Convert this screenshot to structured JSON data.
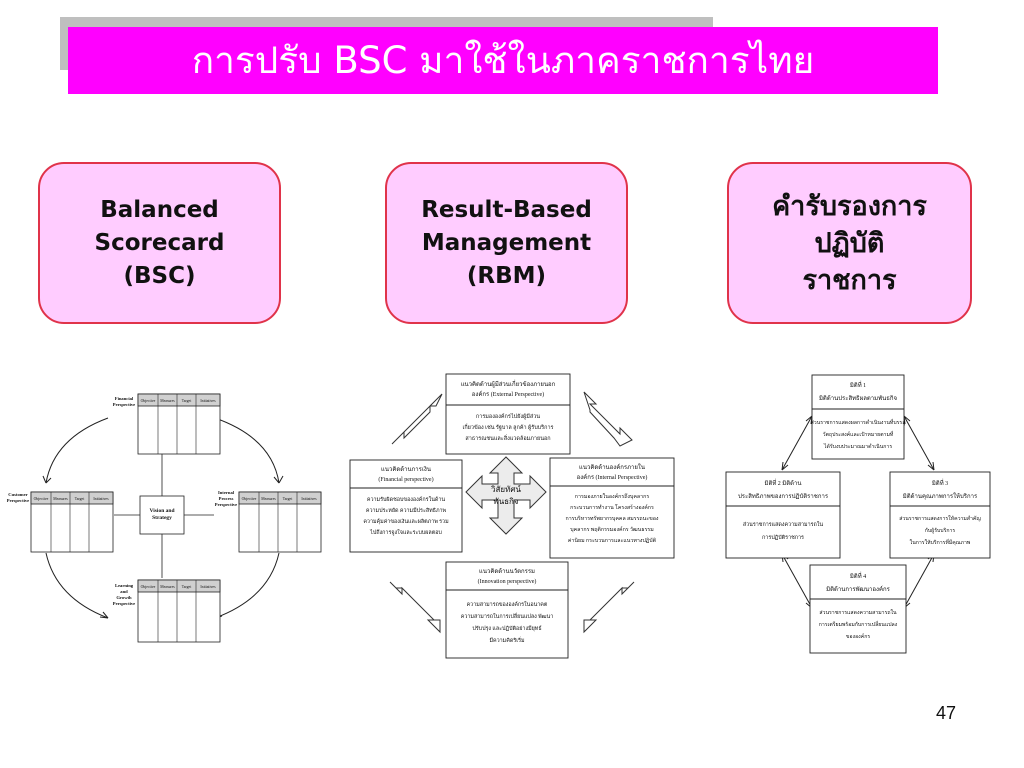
{
  "title": "การปรับ BSC มาใช้ในภาคราชการไทย",
  "concepts": [
    {
      "label": "Balanced\nScorecard\n(BSC)"
    },
    {
      "label": "Result-Based\nManagement\n(RBM)"
    },
    {
      "label": "คำรับรองการ\nปฏิบัติ\nราชการ"
    }
  ],
  "bsc_diagram": {
    "center": "Vision and\nStrategy",
    "columns": [
      "Objective",
      "Measures",
      "Target",
      "Initiatives"
    ],
    "financial": "Financial\nPerspective",
    "customer": "Customer\nPerspective",
    "internal": "Internal\nProcess\nPerspective",
    "learning": "Learning\nand\nGrowth\nPerspective"
  },
  "rbm_diagram": {
    "center": "วิสัยทัศน์\nพันธกิจ",
    "top": {
      "header": "แนวคิดด้านผู้มีส่วนเกี่ยวข้องภายนอก\nองค์กร (External Perspective)",
      "body": "การมององค์กรไปยังผู้มีส่วน\nเกี่ยวข้อง เช่น รัฐบาล ลูกค้า ผู้รับบริการ\nสาธารณชนและสิ่งแวดล้อมภายนอก"
    },
    "left": {
      "header": "แนวคิดด้านการเงิน\n(Financial perspective)",
      "body": "ความรับผิดชอบขององค์กรในด้าน\nความประหยัด ความมีประสิทธิภาพ\nความคุ้มค่าของเงินและผลิตภาพ รวม\nไปถึงการจูงใจและระบบผลตอบ"
    },
    "right": {
      "header": "แนวคิดด้านองค์กรภายใน\nองค์กร (Internal Perspective)",
      "body": "การมองภายในองค์กรถึงบุคลากร\nกระบวนการทำงาน โครงสร้างองค์กร\nการบริหารทรัพยากรบุคคล สมรรถนะของ\nบุคลากร พฤติกรรมองค์กร วัฒนธรรม\nค่านิยม กระบวนการและแนวทางปฏิบัติ"
    },
    "bottom": {
      "header": "แนวคิดด้านนวัตกรรม\n(Innovation perspective)",
      "body": "ความสามารถขององค์กรในอนาคต\nความสามารถในการเปลี่ยนแปลง พัฒนา\nปรับปรุง และปฏิบัติอย่างมียุทธ์\nมีความคิดริเริ่ม"
    }
  },
  "thai_diagram": {
    "top": {
      "header": "มิติที่ 1\nมิติด้านประสิทธิผลตามพันธกิจ",
      "body": "ส่วนราชการแสดงผลการดำเนินงานที่บรรลุ\nวัตถุประสงค์และเป้าหมายตามที่\nได้รับงบประมาณมาดำเนินการ"
    },
    "left": {
      "header": "มิติที่ 2 มิติด้าน\nประสิทธิภาพของการปฏิบัติราชการ",
      "body": "ส่วนราชการแสดงความสามารถใน\nการปฏิบัติราชการ"
    },
    "right": {
      "header": "มิติที่ 3\nมิติด้านคุณภาพการให้บริการ",
      "body": "ส่วนราชการแสดงการให้ความสำคัญ\nกับผู้รับบริการ\nในการให้บริการที่มีคุณภาพ"
    },
    "bottom": {
      "header": "มิติที่ 4\nมิติด้านการพัฒนาองค์กร",
      "body": "ส่วนราชการแสดงความสามารถใน\nการเตรียมพร้อมกับการเปลี่ยนแปลง\nขององค์กร"
    }
  },
  "page_number": "47",
  "colors": {
    "title_bg": "#ff00ff",
    "title_shadow": "#bfbfbf",
    "concept_bg": "#ffccff",
    "concept_border": "#e0334a"
  }
}
